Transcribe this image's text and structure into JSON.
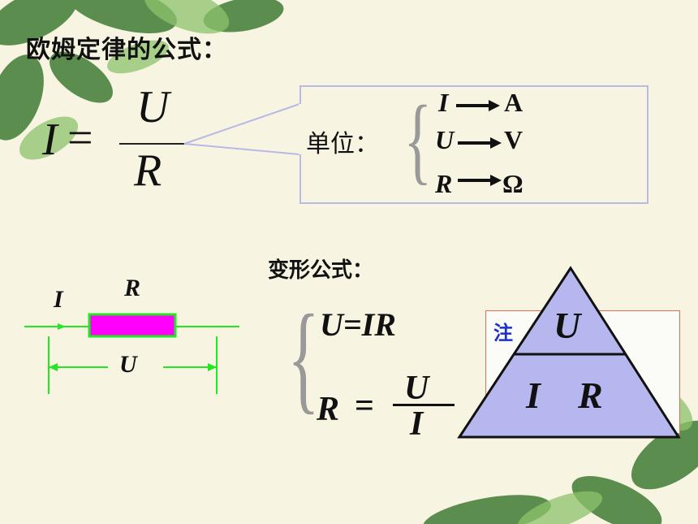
{
  "slide": {
    "title": "欧姆定律的公式：",
    "main_formula": {
      "lhs": "I",
      "equals": "=",
      "numerator": "U",
      "denominator": "R"
    },
    "units": {
      "label": "单位：",
      "rows": [
        {
          "symbol": "I",
          "unit": "A"
        },
        {
          "symbol": "U",
          "unit": "V"
        },
        {
          "symbol": "R",
          "unit": "Ω"
        }
      ]
    },
    "circuit": {
      "current_label": "I",
      "resistor_label": "R",
      "voltage_label": "U"
    },
    "deformations": {
      "label": "变形公式：",
      "formula1": "U=IR",
      "formula2": {
        "lhs": "R",
        "equals": "=",
        "numerator": "U",
        "denominator": "I"
      }
    },
    "note": {
      "visible_text": "注"
    },
    "triangle": {
      "top": "U",
      "bottom_left": "I",
      "bottom_right": "R"
    }
  },
  "colors": {
    "background": "#f7f4e2",
    "leaf_dark": "#3f7a35",
    "leaf_light": "#8dc36b",
    "box_border": "#b9b9e6",
    "circuit_wire": "#22e822",
    "resistor_fill": "#ff00ff",
    "triangle_fill": "#b7b7f0",
    "note_text": "#1c2fd0",
    "note_border": "#e07050"
  }
}
